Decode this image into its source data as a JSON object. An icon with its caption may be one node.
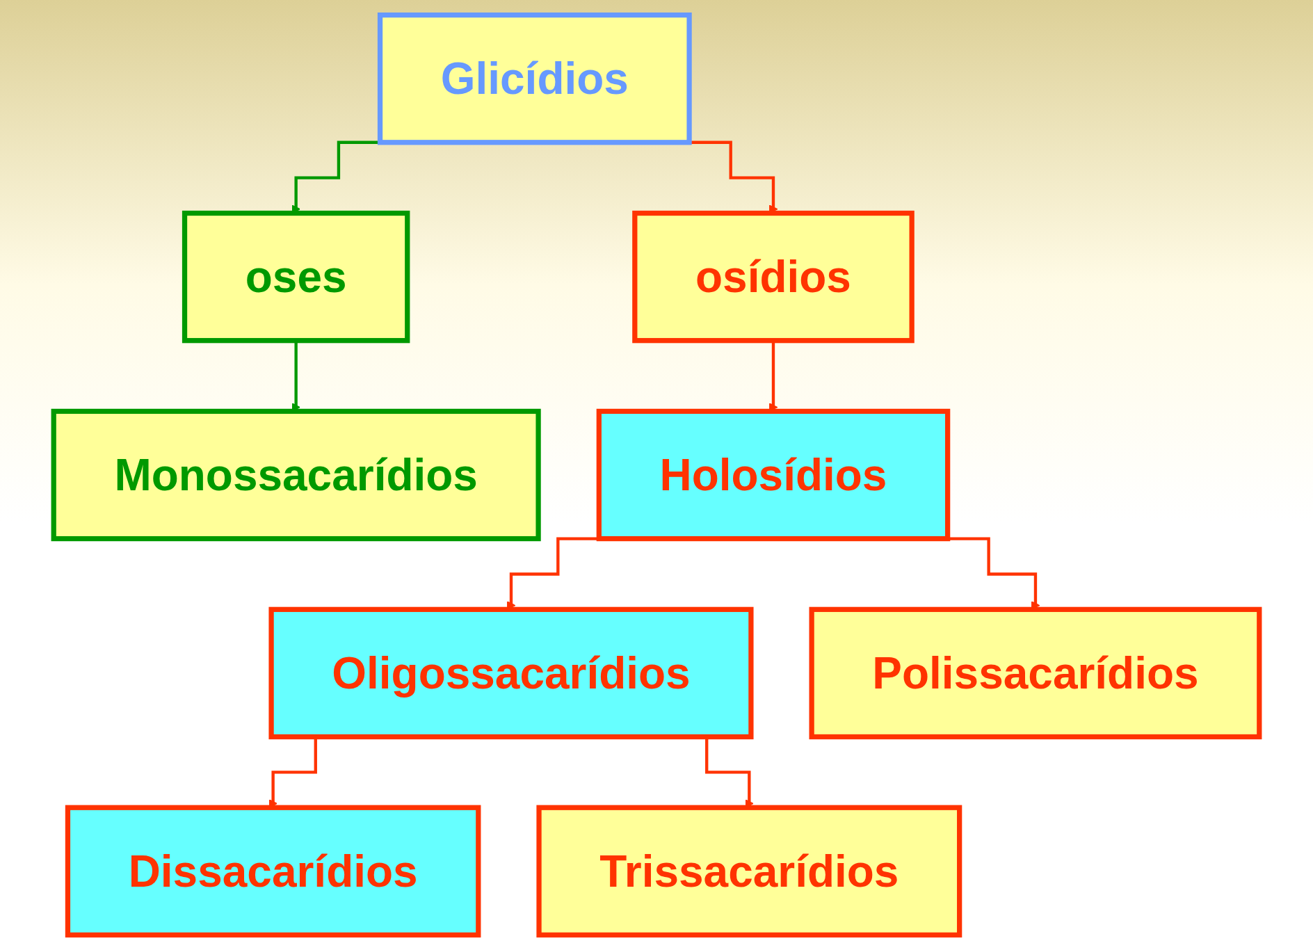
{
  "diagram": {
    "nodes": [
      {
        "text": [
          "Glicídios"
        ]
      },
      {
        "text": [
          "oses"
        ]
      },
      {
        "text": [
          "osídios"
        ]
      },
      {
        "text": [
          "Monossacarídios"
        ]
      },
      {
        "text": [
          "Holosídios"
        ]
      },
      {
        "text": [
          "Oligossacarídios"
        ]
      },
      {
        "text": [
          "Polissacarídios"
        ]
      },
      {
        "text": [
          "Dissacarídios"
        ]
      },
      {
        "text": [
          "Trissacarídios"
        ]
      }
    ],
    "edges": [
      {
        "from": 0,
        "to": 1,
        "arrow": "to",
        "color": "#009900"
      },
      {
        "from": 0,
        "to": 2,
        "arrow": "to"
      },
      {
        "from": 1,
        "to": 3,
        "arrow": "to",
        "color": "#009900"
      },
      {
        "from": 2,
        "to": 4,
        "arrow": "to"
      },
      {
        "from": 4,
        "to": 5,
        "arrow": "to"
      },
      {
        "from": 4,
        "to": 6,
        "arrow": "to"
      },
      {
        "from": 5,
        "to": 7,
        "arrow": "to"
      },
      {
        "from": 5,
        "to": 8,
        "arrow": "to"
      }
    ]
  }
}
